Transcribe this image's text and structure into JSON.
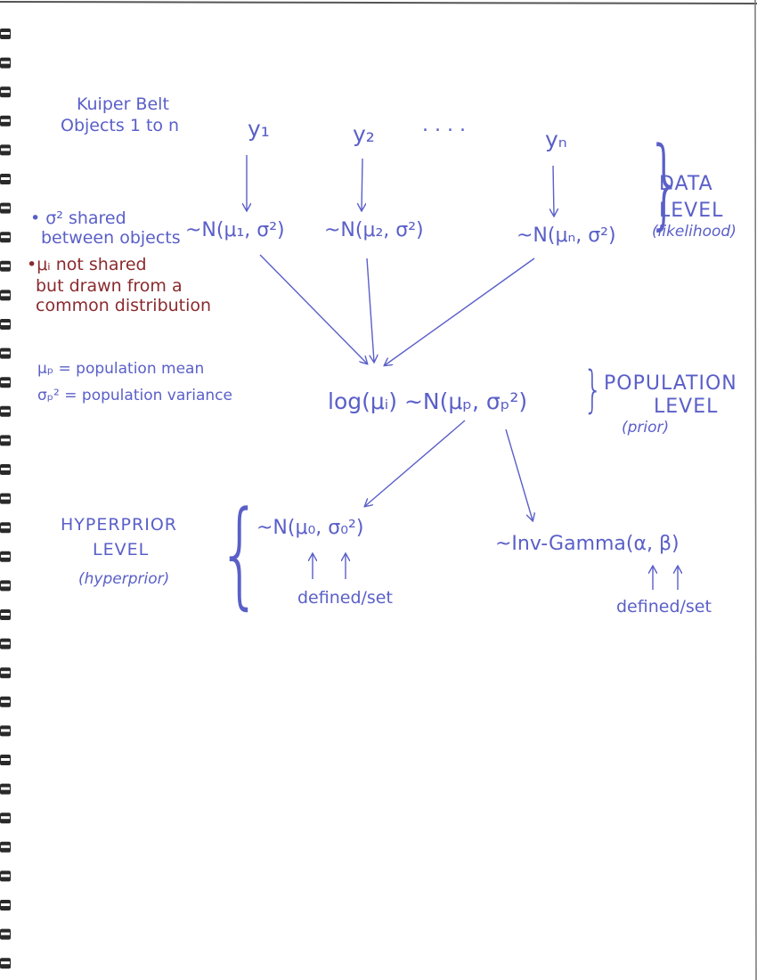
{
  "diagram": {
    "header": {
      "line1": "Kuiper Belt",
      "line2": "Objects 1 to n"
    },
    "data_nodes": [
      "y₁",
      "y₂",
      "yₙ"
    ],
    "ellipsis": ". . . .",
    "likelihoods": [
      "~N(μ₁, σ²)",
      "~N(μ₂, σ²)",
      "~N(μₙ, σ²)"
    ],
    "data_level": {
      "line1": "DATA",
      "line2": "LEVEL",
      "note": "(likelihood)"
    },
    "notes": {
      "sigma_line1": "• σ² shared",
      "sigma_line2": "between objects",
      "mu_line1": "•μᵢ not shared",
      "mu_line2": "but drawn from a",
      "mu_line3": "common distribution"
    },
    "defs": {
      "mu_p": "μₚ = population mean",
      "sigma_p": "σₚ² = population variance"
    },
    "population_eq": "log(μᵢ) ~N(μₚ, σₚ²)",
    "population_level": {
      "line1": "POPULATION",
      "line2": "LEVEL",
      "note": "(prior)"
    },
    "hyperprior_level": {
      "line1": "HYPERPRIOR",
      "line2": "LEVEL",
      "note": "(hyperprior)"
    },
    "hyper_normal": "~N(μ₀, σ₀²)",
    "hyper_gamma": "~Inv-Gamma(α, β)",
    "defined_set": [
      "defined/set",
      "defined/set"
    ]
  }
}
